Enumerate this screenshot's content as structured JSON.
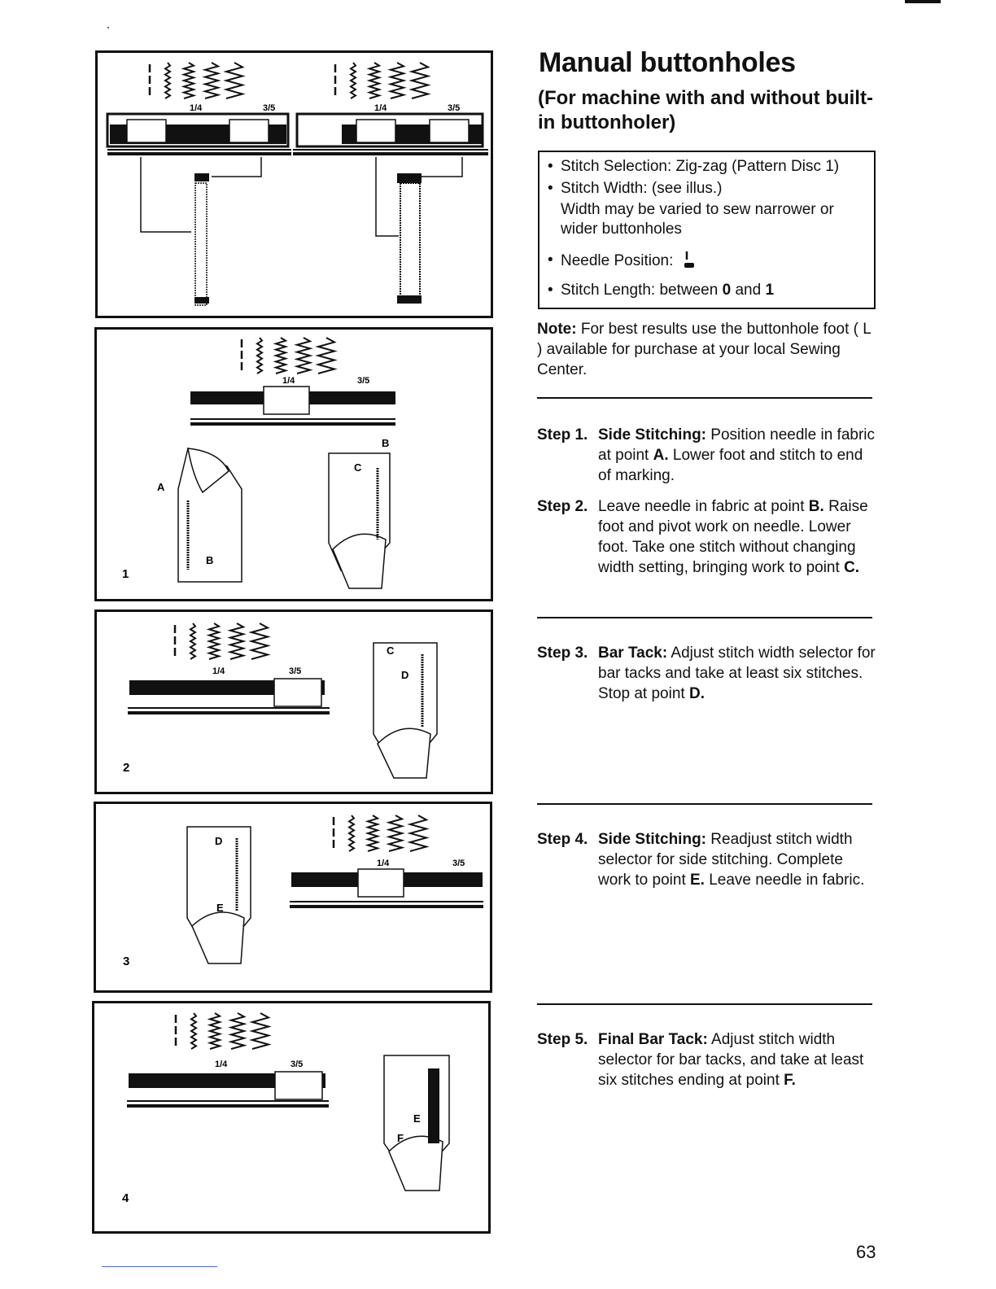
{
  "title": "Manual buttonholes",
  "subtitle": "(For machine with and without built-in buttonholer)",
  "settings": {
    "item1": "Stitch Selection: Zig-zag (Pattern Disc 1)",
    "item2": "Stitch Width: (see illus.)",
    "item2_sub": "Width may be varied to sew narrower or wider buttonholes",
    "item3": "Needle Position:",
    "item4_prefix": "Stitch Length: between ",
    "item4_a": "0",
    "item4_mid": " and ",
    "item4_b": "1"
  },
  "note": {
    "label": "Note:",
    "text": " For best results use the buttonhole foot ( L ) available for purchase at your local Sewing Center."
  },
  "steps": [
    {
      "label": "Step 1.",
      "heading": "Side Stitching:",
      "t1": " Position needle in fabric at point ",
      "p1": "A.",
      "t2": " Lower foot and stitch to end of marking.",
      "p2": "",
      "t3": ""
    },
    {
      "label": "Step 2.",
      "heading": "",
      "t1": "Leave needle in fabric at point ",
      "p1": "B.",
      "t2": " Raise foot and pivot work on needle. Lower foot. Take one stitch without changing width setting, bringing work to point ",
      "p2": "C.",
      "t3": ""
    },
    {
      "label": "Step 3.",
      "heading": "Bar Tack:",
      "t1": " Adjust stitch width selector for bar tacks and take at least six stitches. Stop at point ",
      "p1": "D.",
      "t2": "",
      "p2": "",
      "t3": ""
    },
    {
      "label": "Step 4.",
      "heading": "Side Stitching:",
      "t1": " Readjust stitch width selector for side stitching. Complete work to point ",
      "p1": "E.",
      "t2": " Leave needle in fabric.",
      "p2": "",
      "t3": ""
    },
    {
      "label": "Step 5.",
      "heading": "Final Bar Tack:",
      "t1": " Adjust stitch width selector for bar tacks, and take at least six stitches ending at point ",
      "p1": "F.",
      "t2": "",
      "p2": "",
      "t3": ""
    }
  ],
  "dial": {
    "left_mark": "1/4",
    "right_mark": "3/5"
  },
  "points": {
    "a": "A",
    "b": "B",
    "c": "C",
    "d": "D",
    "e": "E",
    "f": "F"
  },
  "panel_numbers": [
    "1",
    "2",
    "3",
    "4"
  ],
  "page_number": "63",
  "colors": {
    "ink": "#111111",
    "rule_blue": "#4a6fd8"
  }
}
